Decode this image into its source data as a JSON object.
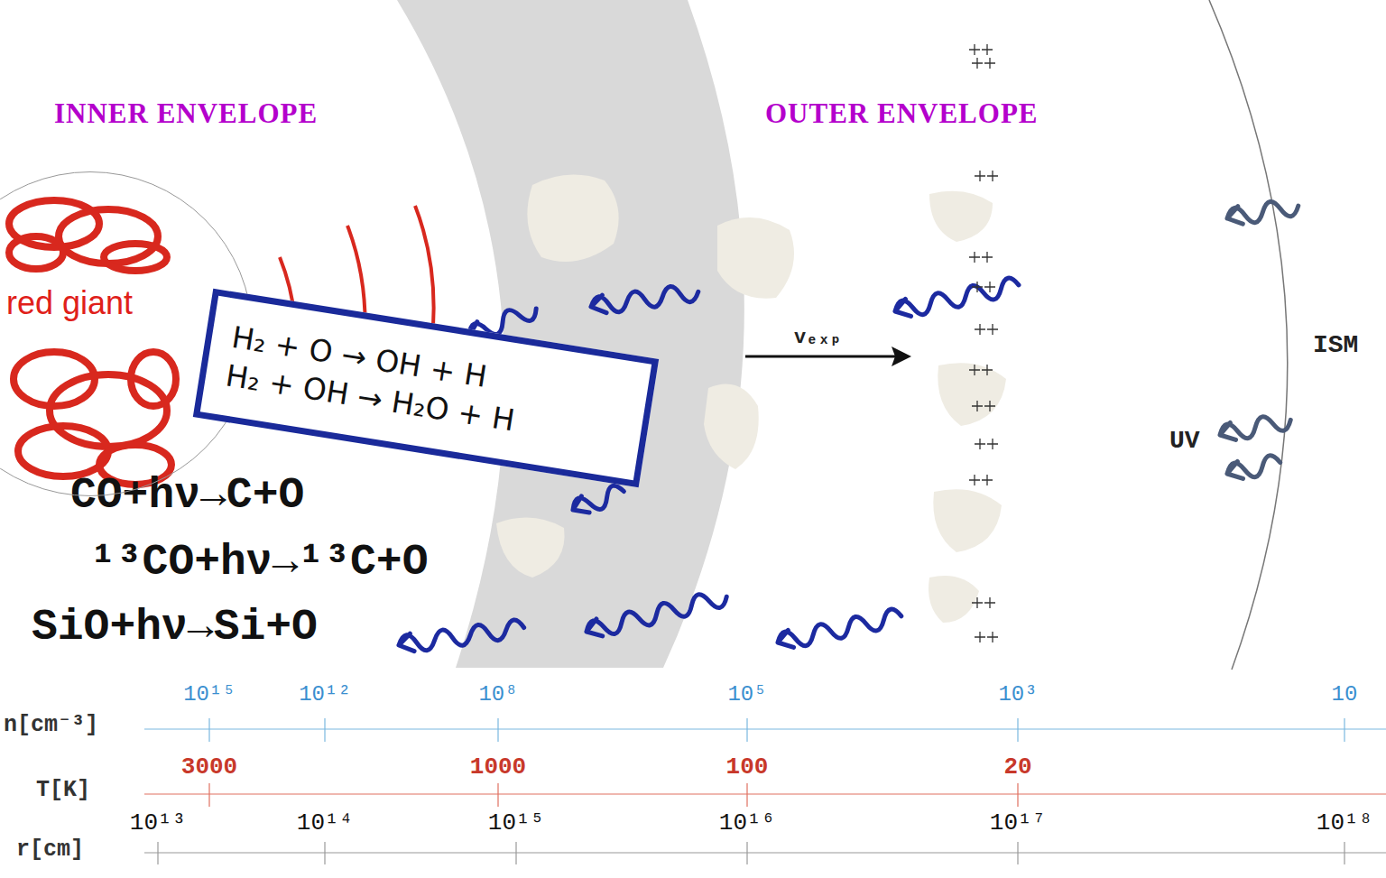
{
  "diagram": {
    "nodes": [
      {
        "text": [
          "red giant"
        ]
      },
      {
        "text": [
          "H₂ + O → OH + H",
          "H₂ + OH → H₂O + H"
        ]
      }
    ],
    "labels": [
      "INNER ENVELOPE",
      "OUTER ENVELOPE",
      "CO+hν→C+O",
      "¹³CO+hν→¹³C+O",
      "SiO+hν→Si+O",
      "vₑₓₚ",
      "ISM",
      "UV",
      "n[cm⁻³]",
      "10¹⁵",
      "10¹²",
      "10⁸",
      "10⁵",
      "10³",
      "10",
      "T[K]",
      "3000",
      "1000",
      "100",
      "20",
      "r[cm]",
      "10¹³",
      "10¹⁴",
      "10¹⁵",
      "10¹⁶",
      "10¹⁷",
      "10¹⁸"
    ]
  }
}
